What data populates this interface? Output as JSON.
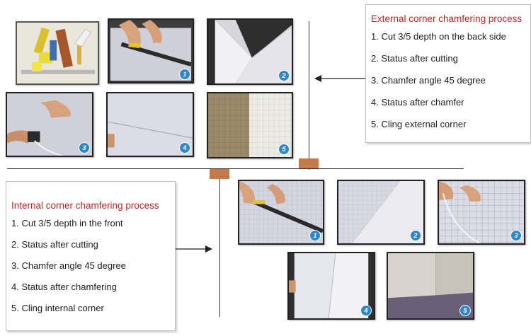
{
  "external": {
    "title": "External corner chamfering process",
    "steps": [
      "1. Cut 3/5 depth on the back side",
      "2. Status after cutting",
      "3. Chamfer angle 45 degree",
      "4. Status after chamfer",
      "5. Cling external corner"
    ],
    "photo_badges": [
      "1",
      "2",
      "3",
      "4",
      "5"
    ]
  },
  "internal": {
    "title": "Internal corner chamfering process",
    "steps": [
      "1. Cut 3/5 depth in the front",
      "2. Status after cutting",
      "3. Chamfer angle 45 degree",
      "4. Status after chamfering",
      "5. Cling internal corner"
    ],
    "photo_badges": [
      "1",
      "2",
      "3",
      "4",
      "5"
    ]
  },
  "colors": {
    "title_red": "#b52a25",
    "connector_node": "#c57a4b",
    "badge_blue": "#2f87c6"
  }
}
